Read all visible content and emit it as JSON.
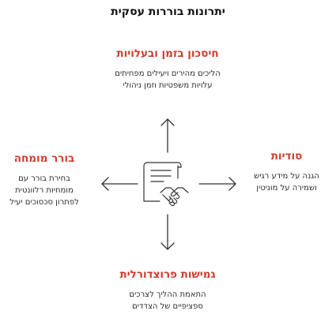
{
  "title": "יתרונות בוררות עסקית",
  "benefits": {
    "top": {
      "title": "חיסכון בזמן ובעלויות",
      "lines": [
        "הליכים מהירים ויעילים מפחיתים",
        "עלויות משפטיות וזמן ניהולי"
      ]
    },
    "right": {
      "title": "סודיות",
      "lines": [
        "הגנה על מידע רגיש",
        "ושמירה על מוניטין"
      ]
    },
    "bottom": {
      "title": "גמישות פרוצדורלית",
      "lines": [
        "התאמת ההליך לצרכים",
        "ספציפיים של הצדדים"
      ]
    },
    "left": {
      "title": "בורר מומחה",
      "lines": [
        "בחירת בורר עם",
        "מומחיות רלוונטית",
        "לפתרון סכסוכים יעיל"
      ]
    }
  },
  "center_icon": "contract-handshake-icon"
}
